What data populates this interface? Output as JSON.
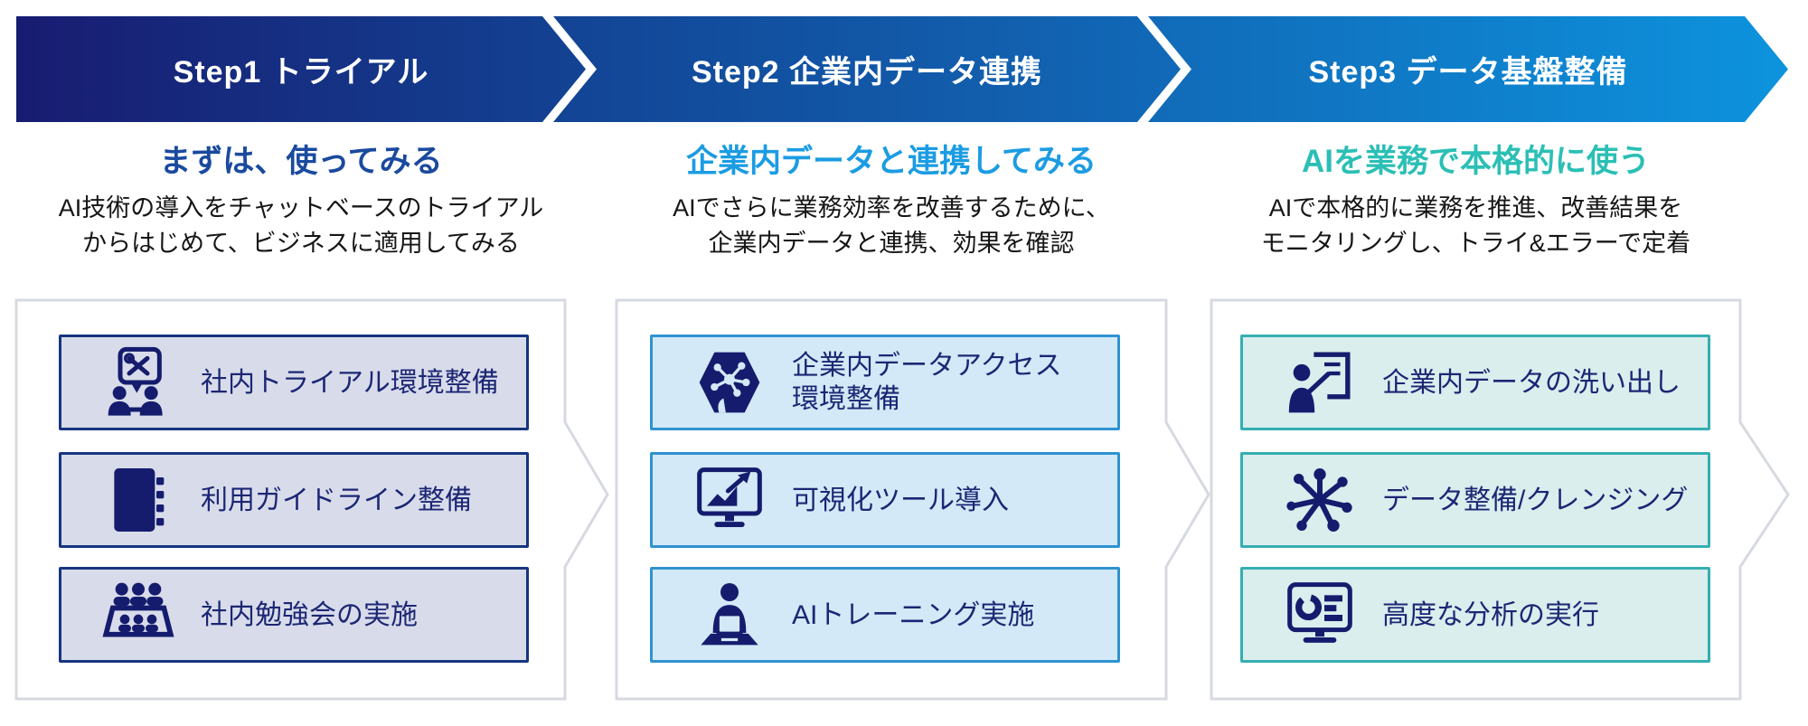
{
  "diagram_title": "AI introduction roadmap (3 steps)",
  "colors": {
    "banner_start": "#181C71",
    "banner_mid1": "#134394",
    "banner_mid2": "#116AB8",
    "banner_end": "#0D93DD",
    "subtitle1": "#1A4A9E",
    "subtitle2": "#1B9CE3",
    "subtitle3": "#2BBFB5",
    "container_border": "#D6DAE0",
    "boxA_fill": "#D8DCEA",
    "boxA_border": "#17357F",
    "boxB_fill": "#D3E9F7",
    "boxB_border": "#2E93D0",
    "boxC_fill": "#D9EEED",
    "boxC_border": "#35AEB2",
    "icon_navy": "#151C6E",
    "item_text": "#1C2674"
  },
  "steps": [
    {
      "banner": "Step1 トライアル",
      "subtitle": "まずは、使ってみる",
      "description": "AI技術の導入をチャットベースのトライアル\nからはじめて、ビジネスに適用してみる",
      "items": [
        {
          "icon": "trial-environment-icon",
          "label": "社内トライアル環境整備"
        },
        {
          "icon": "guideline-book-icon",
          "label": "利用ガイドライン整備"
        },
        {
          "icon": "study-group-icon",
          "label": "社内勉強会の実施"
        }
      ]
    },
    {
      "banner": "Step2 企業内データ連携",
      "subtitle": "企業内データと連携してみる",
      "description": "AIでさらに業務効率を改善するために、\n企業内データと連携、効果を確認",
      "items": [
        {
          "icon": "ai-head-network-icon",
          "label": "企業内データアクセス\n環境整備"
        },
        {
          "icon": "chart-monitor-icon",
          "label": "可視化ツール導入"
        },
        {
          "icon": "laptop-training-icon",
          "label": "AIトレーニング実施"
        }
      ]
    },
    {
      "banner": "Step3 データ基盤整備",
      "subtitle": "AIを業務で本格的に使う",
      "description": "AIで本格的に業務を推進、改善結果を\nモニタリングし、トライ&エラーで定着",
      "items": [
        {
          "icon": "presenter-board-icon",
          "label": "企業内データの洗い出し"
        },
        {
          "icon": "data-network-icon",
          "label": "データ整備/クレンジング"
        },
        {
          "icon": "analysis-monitor-icon",
          "label": "高度な分析の実行"
        }
      ]
    }
  ]
}
